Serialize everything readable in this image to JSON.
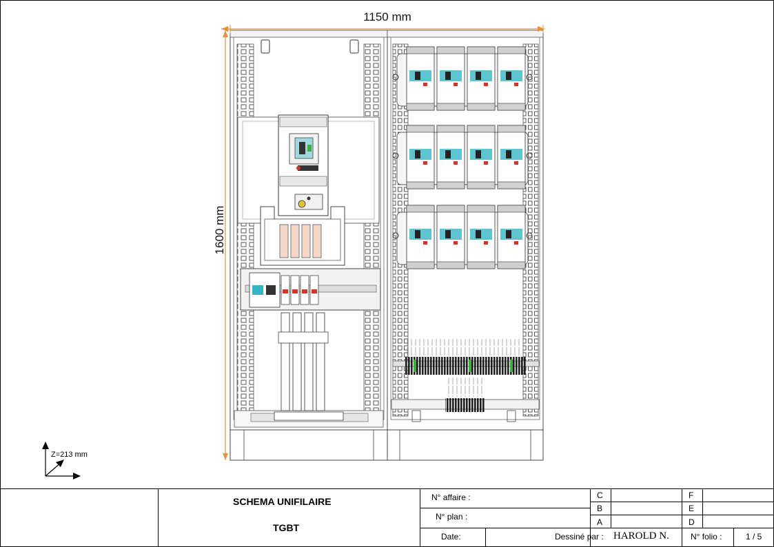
{
  "dimensions": {
    "width": "1150 mm",
    "height": "1600 mm"
  },
  "axis": {
    "z_label": "Z=213 mm"
  },
  "title_block": {
    "title": "SCHEMA UNIFILAIRE",
    "subtitle": "TGBT",
    "affaire_label": "N° affaire :",
    "plan_label": "N° plan :",
    "date_label": "Date:",
    "dessine_label": "Dessiné par :",
    "dessine_value": "HAROLD N.",
    "folio_label": "N° folio :",
    "folio_value": "1 / 5",
    "rev": {
      "c": "C",
      "b": "B",
      "a": "A",
      "f": "F",
      "e": "E",
      "d": "D"
    }
  },
  "colors": {
    "dimension": "#e8903a",
    "frame": "#555555",
    "terminal": "#1f1f1f",
    "accent_cyan": "#35b6c4",
    "accent_green": "#3fae3f",
    "accent_red": "#d7352b"
  }
}
